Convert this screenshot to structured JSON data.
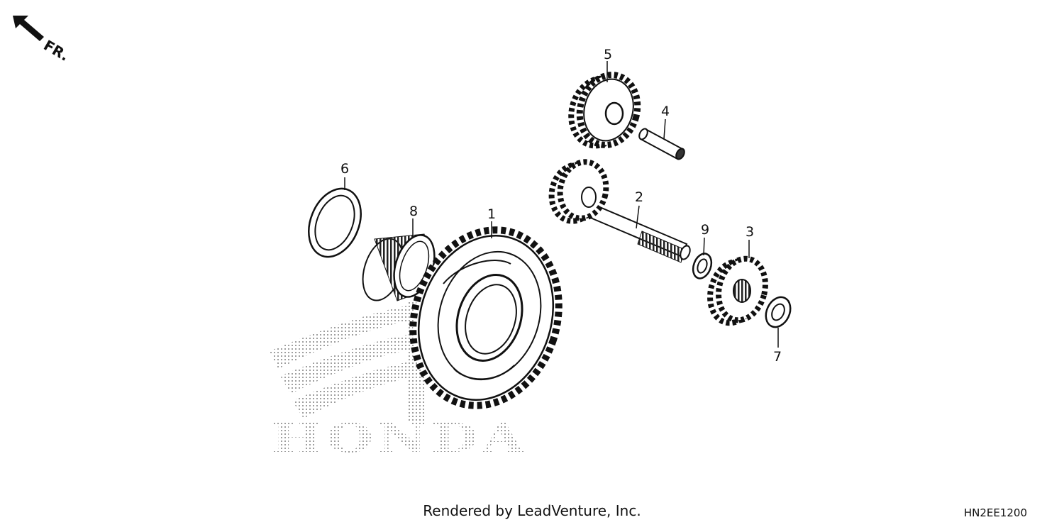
{
  "direction_label": "FR.",
  "watermark": "HONDA",
  "callouts": [
    "1",
    "2",
    "3",
    "4",
    "5",
    "6",
    "7",
    "8",
    "9"
  ],
  "footer": {
    "rendered_by": "Rendered by LeadVenture, Inc.",
    "diagram_code": "HN2EE1200"
  },
  "colors": {
    "line": "#111111",
    "stipple": "#9a9a9a",
    "background": "#ffffff"
  },
  "icons": {
    "direction": "front-arrow-icon"
  }
}
